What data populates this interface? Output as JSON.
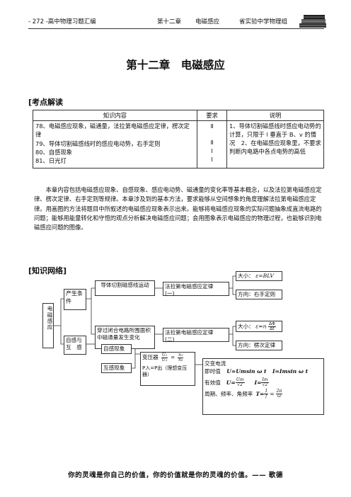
{
  "header": {
    "left": "- 272 -高中物理习题汇编",
    "chapter": "第十二章",
    "topic": "电磁感应",
    "school": "省实验中学物理组"
  },
  "title": "第十二章　电磁感应",
  "section1": {
    "heading": "[考点解读"
  },
  "table": {
    "headers": [
      "知识内容",
      "要求",
      "说明"
    ],
    "rows": [
      {
        "content": "78、电磁感应现象，磁通量，法拉第电磁感应定律，楞次定律",
        "req": "Ⅱ"
      },
      {
        "content": "79、导体切割磁感线时的感应电动势，右手定则",
        "req": "Ⅱ"
      },
      {
        "content": "80、自感现象",
        "req": "Ⅰ"
      },
      {
        "content": "81、日光灯",
        "req": "Ⅰ"
      }
    ],
    "note": "1、导体切割磁感线时感应电动势的计算，只限于 l 垂直于 B、v 的情况　2、在电磁感应现象里，不要求判断内电路中各点电势的高低"
  },
  "paragraph": "本章内容包括电磁感应现象、自感现象、感应电动势、磁通量的变化率等基本概念，以及法拉第电磁感应定律、楞次定律、右手定则等规律。本章涉及到的基本方法，要求能够从空间想象的角度理解法拉第电磁感应定律。用画图的方法将题目中所叙述的电磁感应现象表示出来。能够将电磁感应现象的实际问题抽象成直流电路的问题；能够用能量转化和守恒的观点分析解决电磁感应问题；会用图象表示电磁感应的物理过程，也能够识别电磁感应问题的图像。",
  "section2": {
    "heading": "[知识网络]"
  },
  "diagram": {
    "root": "电磁感应",
    "condition": "产生条件",
    "cutting": "导体切割磁感线运动",
    "flux_change": "穿过闭合电路所围面积中磁通量发生变化",
    "faraday1": "法拉第电磁感应定律",
    "faraday1_num": "(一)",
    "faraday2": "法拉第电磁感应定律",
    "faraday2_num": "(二)",
    "emf1_label": "大小：",
    "emf1_formula": "ε=BLV",
    "dir1": "方向：右手定则",
    "emf2_label": "大小：",
    "emf2_eps": "ε=n",
    "emf2_num": "ΔΦ",
    "emf2_den": "Δt",
    "dir2": "方向：楞次定律",
    "mutual": "自感与互　感",
    "self_ind": "自感现象",
    "mutual_ind": "互感现象",
    "transformer": "变压器",
    "tf_u1": "U₁",
    "tf_u2": "U₂",
    "tf_n1": "n₁",
    "tf_n2": "n₂",
    "tf_power": "P入=P出（理想变压器）",
    "ac_title": "交变电流",
    "ac_inst_label": "即时值",
    "ac_inst_u": "U=Umsin ω t",
    "ac_inst_i": "I=Imsin ω t",
    "ac_eff_label": "有效值",
    "ac_eff_u": "U=",
    "ac_eff_un": "Um",
    "ac_eff_ud": "√2",
    "ac_eff_i": "I=",
    "ac_eff_in": "Im",
    "ac_eff_id": "√2",
    "ac_period": "周期、频率、角频率",
    "ac_T": "T=",
    "ac_T1n": "1",
    "ac_T1d": "f",
    "ac_T2n": "2π",
    "ac_T2d": "ω"
  },
  "quote": "你的灵魂是你自己的价值，你的价值就是你的灵魂的价值。—— 歌德"
}
